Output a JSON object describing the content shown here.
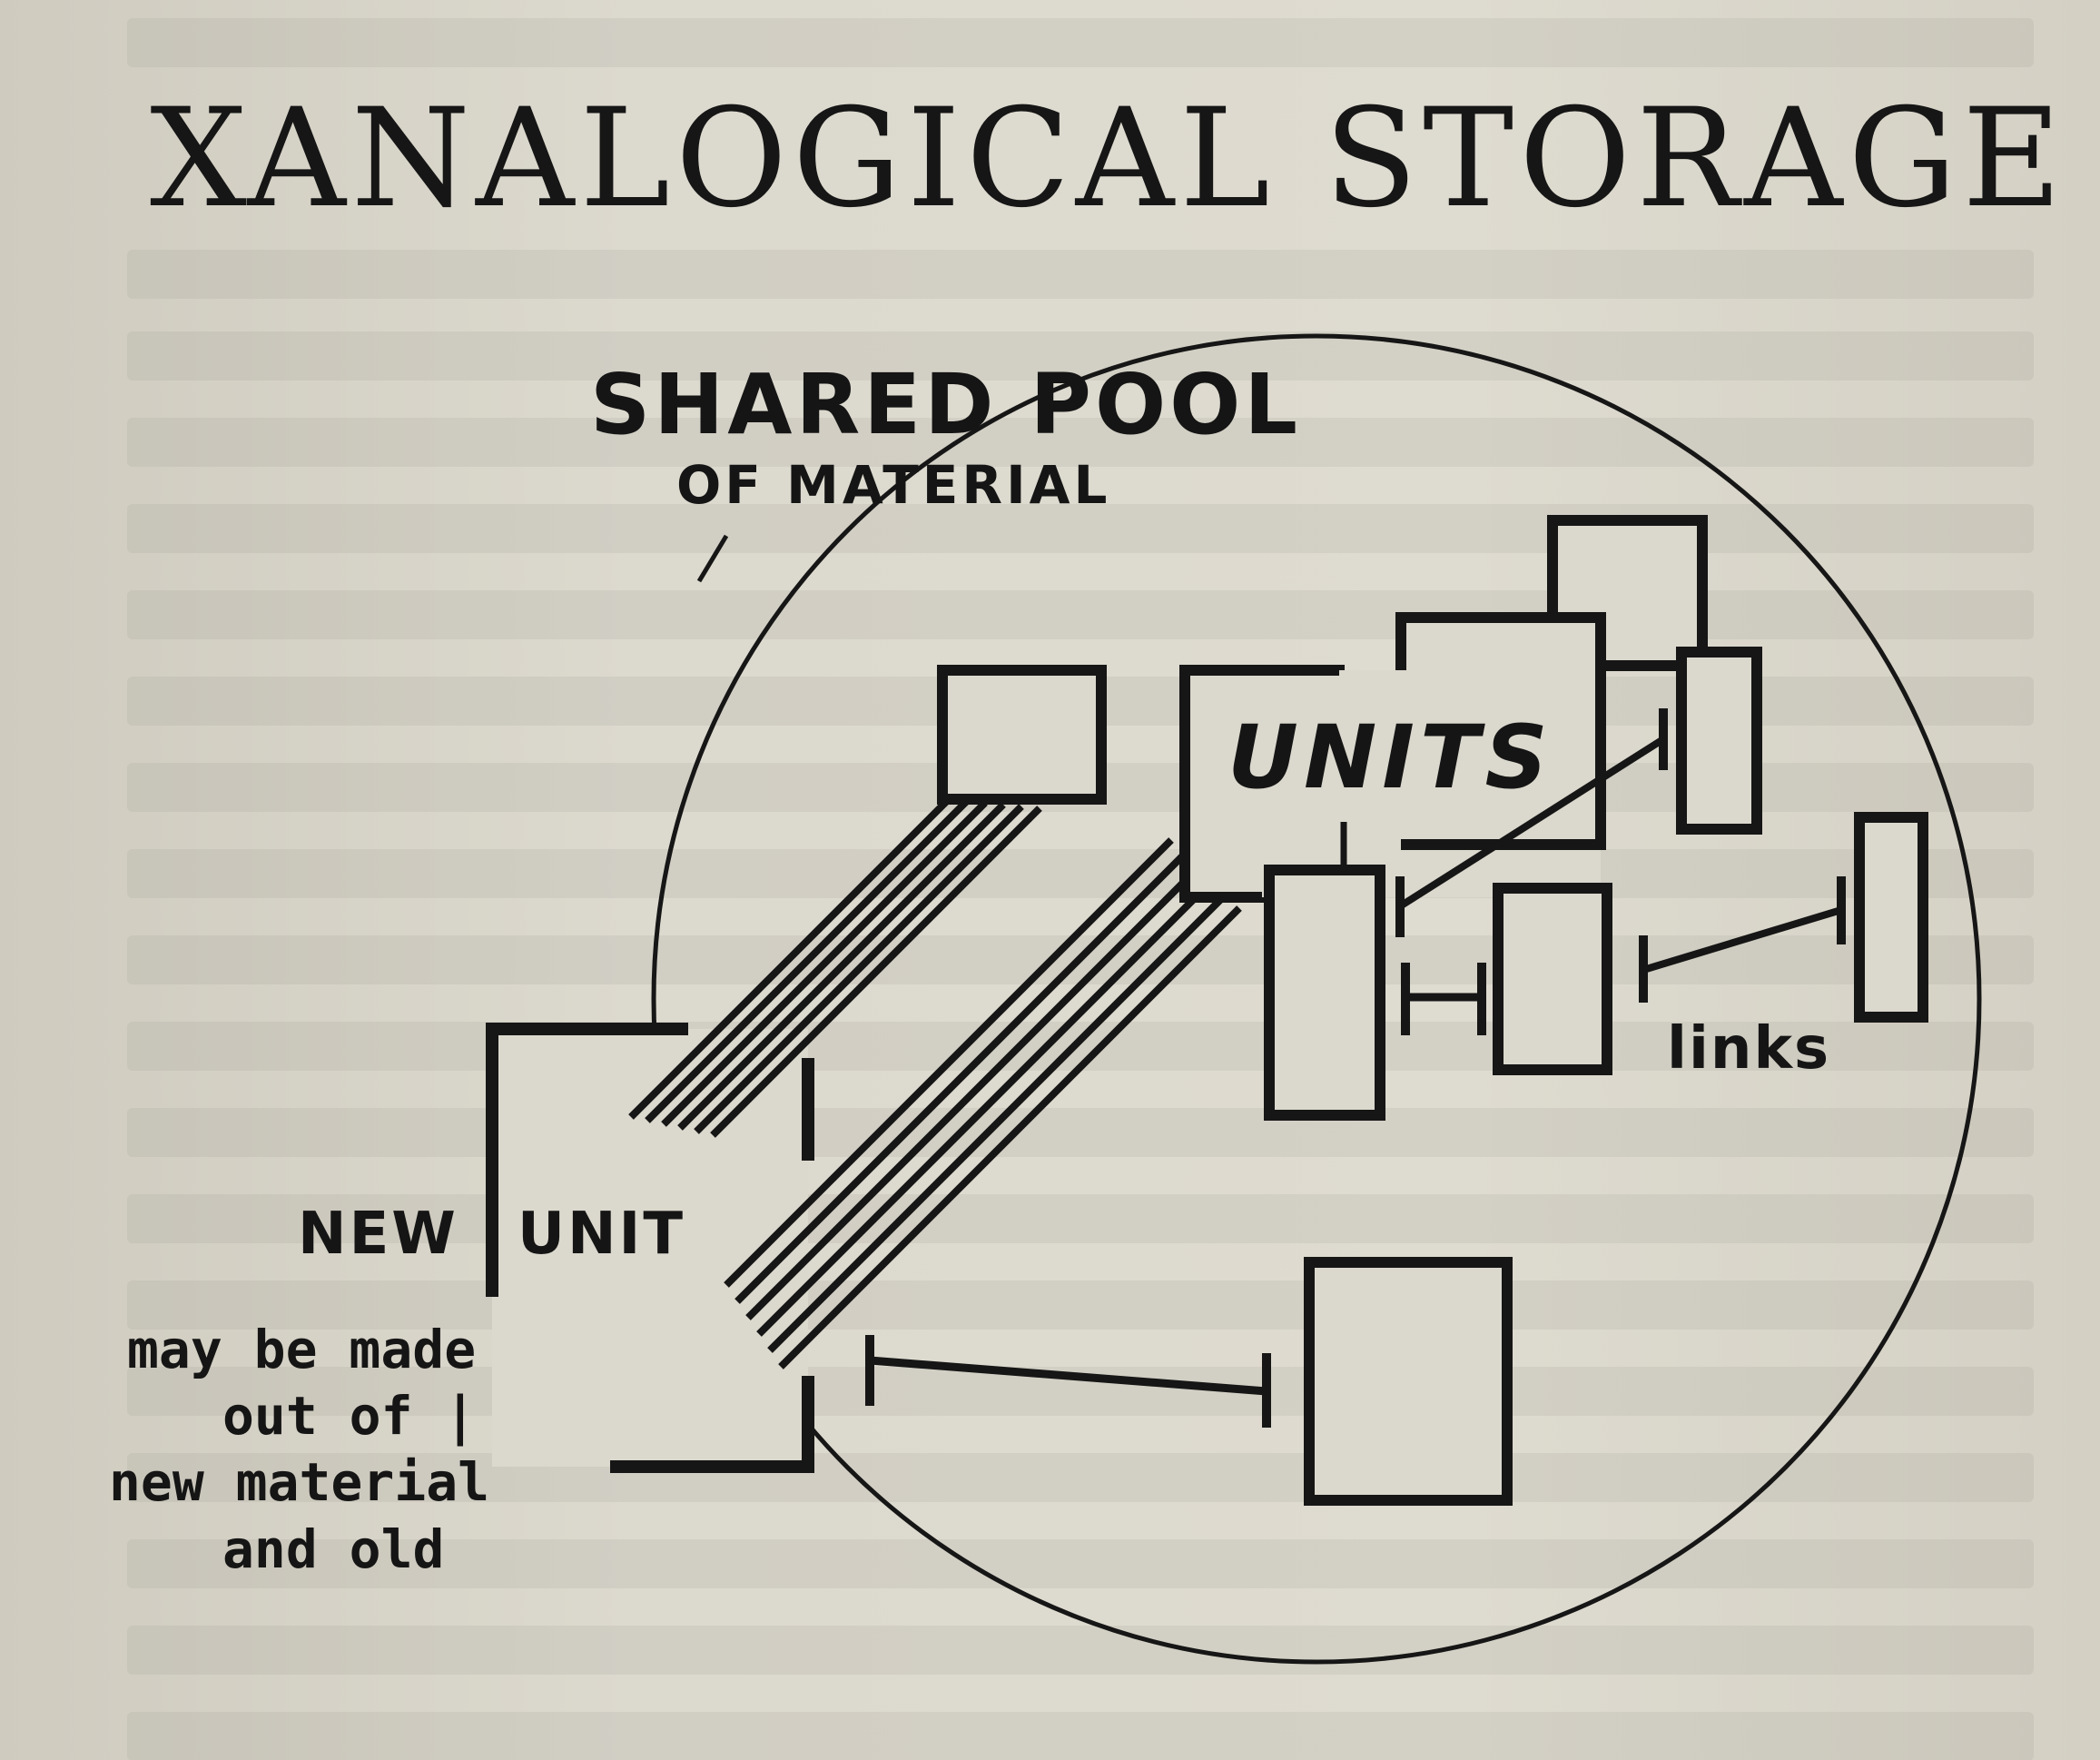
{
  "title": "XANALOGICAL STORAGE",
  "pool": {
    "title": "SHARED POOL",
    "subtitle": "OF MATERIAL"
  },
  "units_label": "UNITS",
  "links_label": "links",
  "new_unit": {
    "word1": "NEW",
    "word2": "UNIT",
    "note": [
      "may be made",
      "out of |",
      "new material",
      "and old"
    ]
  }
}
